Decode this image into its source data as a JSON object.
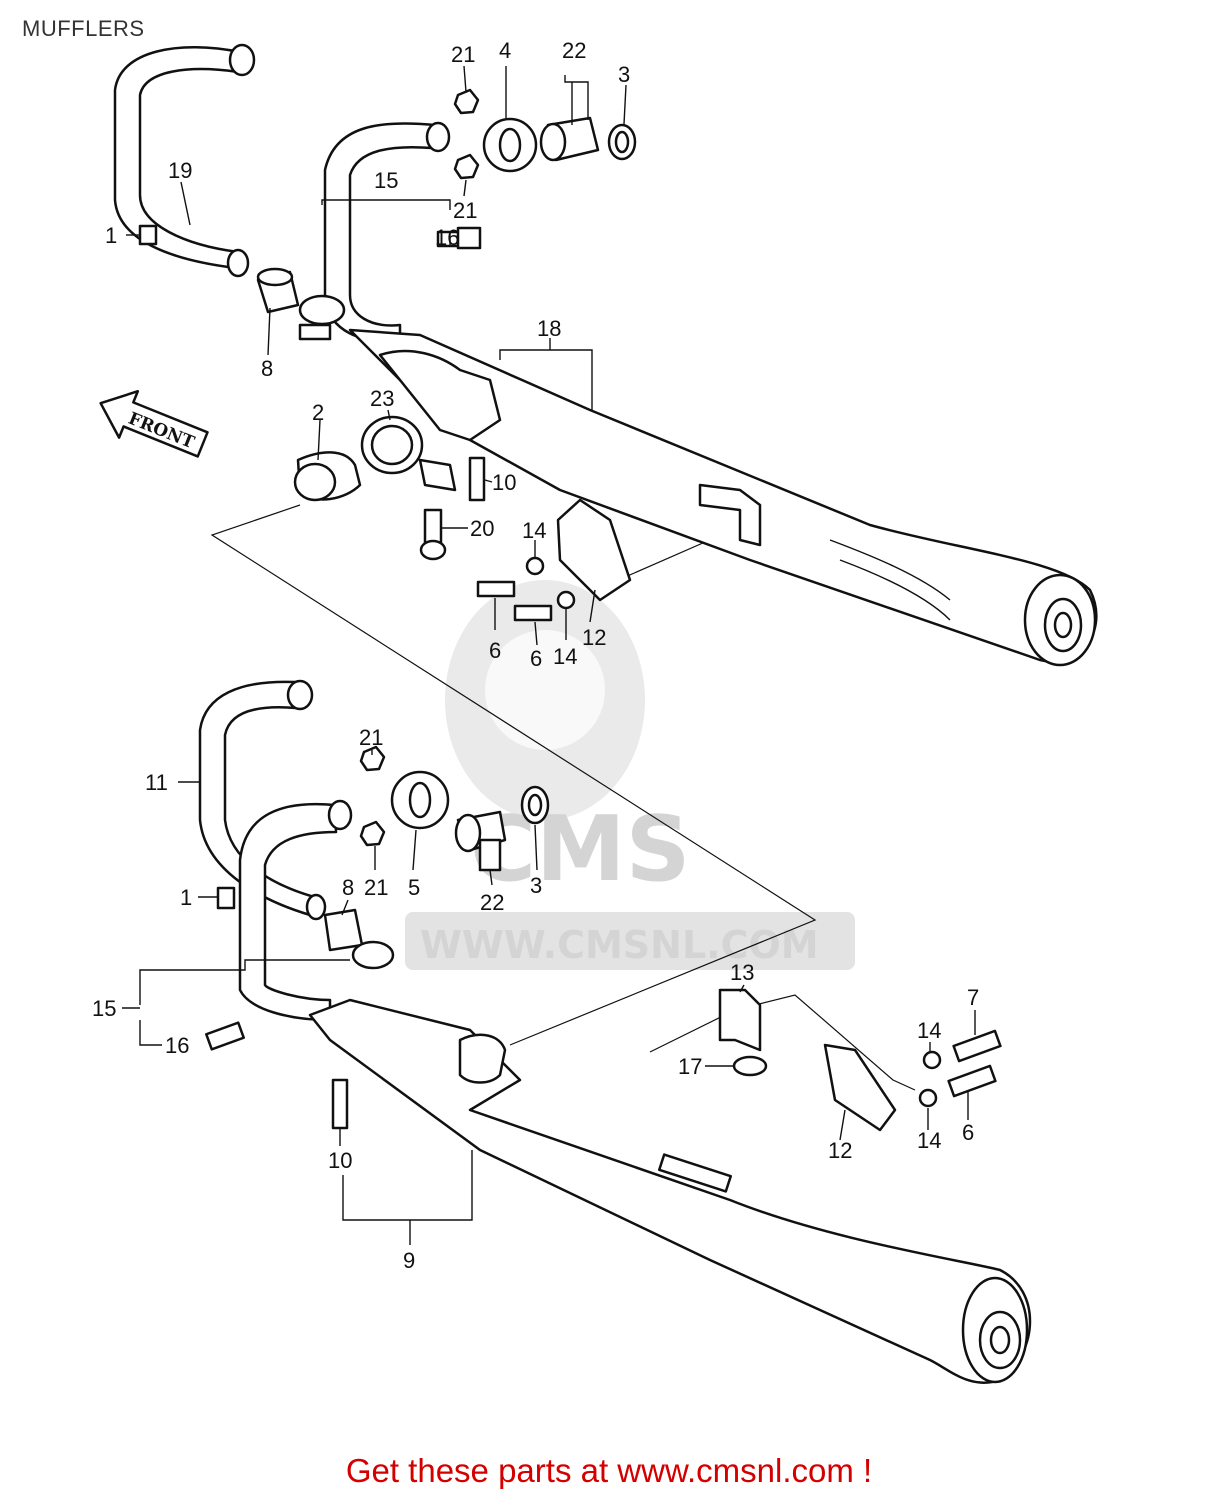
{
  "title": "MUFFLERS",
  "arrow_label": "FRONT",
  "watermark": {
    "brand": "CMS",
    "url": "WWW.CMSNL.COM"
  },
  "footer": "Get these parts at www.cmsnl.com !",
  "colors": {
    "footer": "#d40000",
    "ink": "#111111",
    "watermark": "#d9d9d9"
  },
  "callouts": {
    "c_21a": "21",
    "c_4": "4",
    "c_22a": "22",
    "c_3a": "3",
    "c_19": "19",
    "c_15a": "15",
    "c_21b": "21",
    "c_16a": "16",
    "c_1a": "1",
    "c_8a": "8",
    "c_18": "18",
    "c_2": "2",
    "c_23": "23",
    "c_10a": "10",
    "c_20": "20",
    "c_14a": "14",
    "c_6a": "6",
    "c_6b": "6",
    "c_14b": "14",
    "c_12a": "12",
    "c_21c": "21",
    "c_11": "11",
    "c_5": "5",
    "c_3b": "3",
    "c_22b": "22",
    "c_21d": "21",
    "c_1b": "1",
    "c_8b": "8",
    "c_15b": "15",
    "c_16b": "16",
    "c_13": "13",
    "c_7": "7",
    "c_14c": "14",
    "c_17": "17",
    "c_12b": "12",
    "c_14d": "14",
    "c_6c": "6",
    "c_10b": "10",
    "c_9": "9"
  }
}
